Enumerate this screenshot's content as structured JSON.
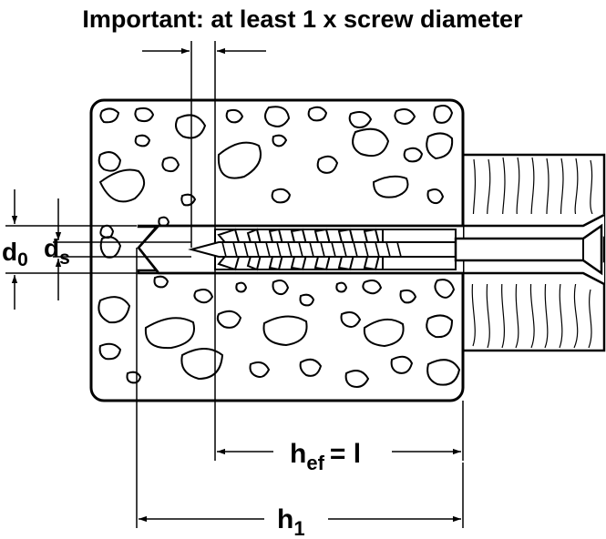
{
  "title": "Important: at least 1 x screw diameter",
  "labels": {
    "d0_main": "d",
    "d0_sub": "0",
    "ds_main": "d",
    "ds_sub": "s",
    "hef_main": "h",
    "hef_sub": "ef",
    "hef_rest": "= l",
    "h1_main": "h",
    "h1_sub": "1"
  }
}
